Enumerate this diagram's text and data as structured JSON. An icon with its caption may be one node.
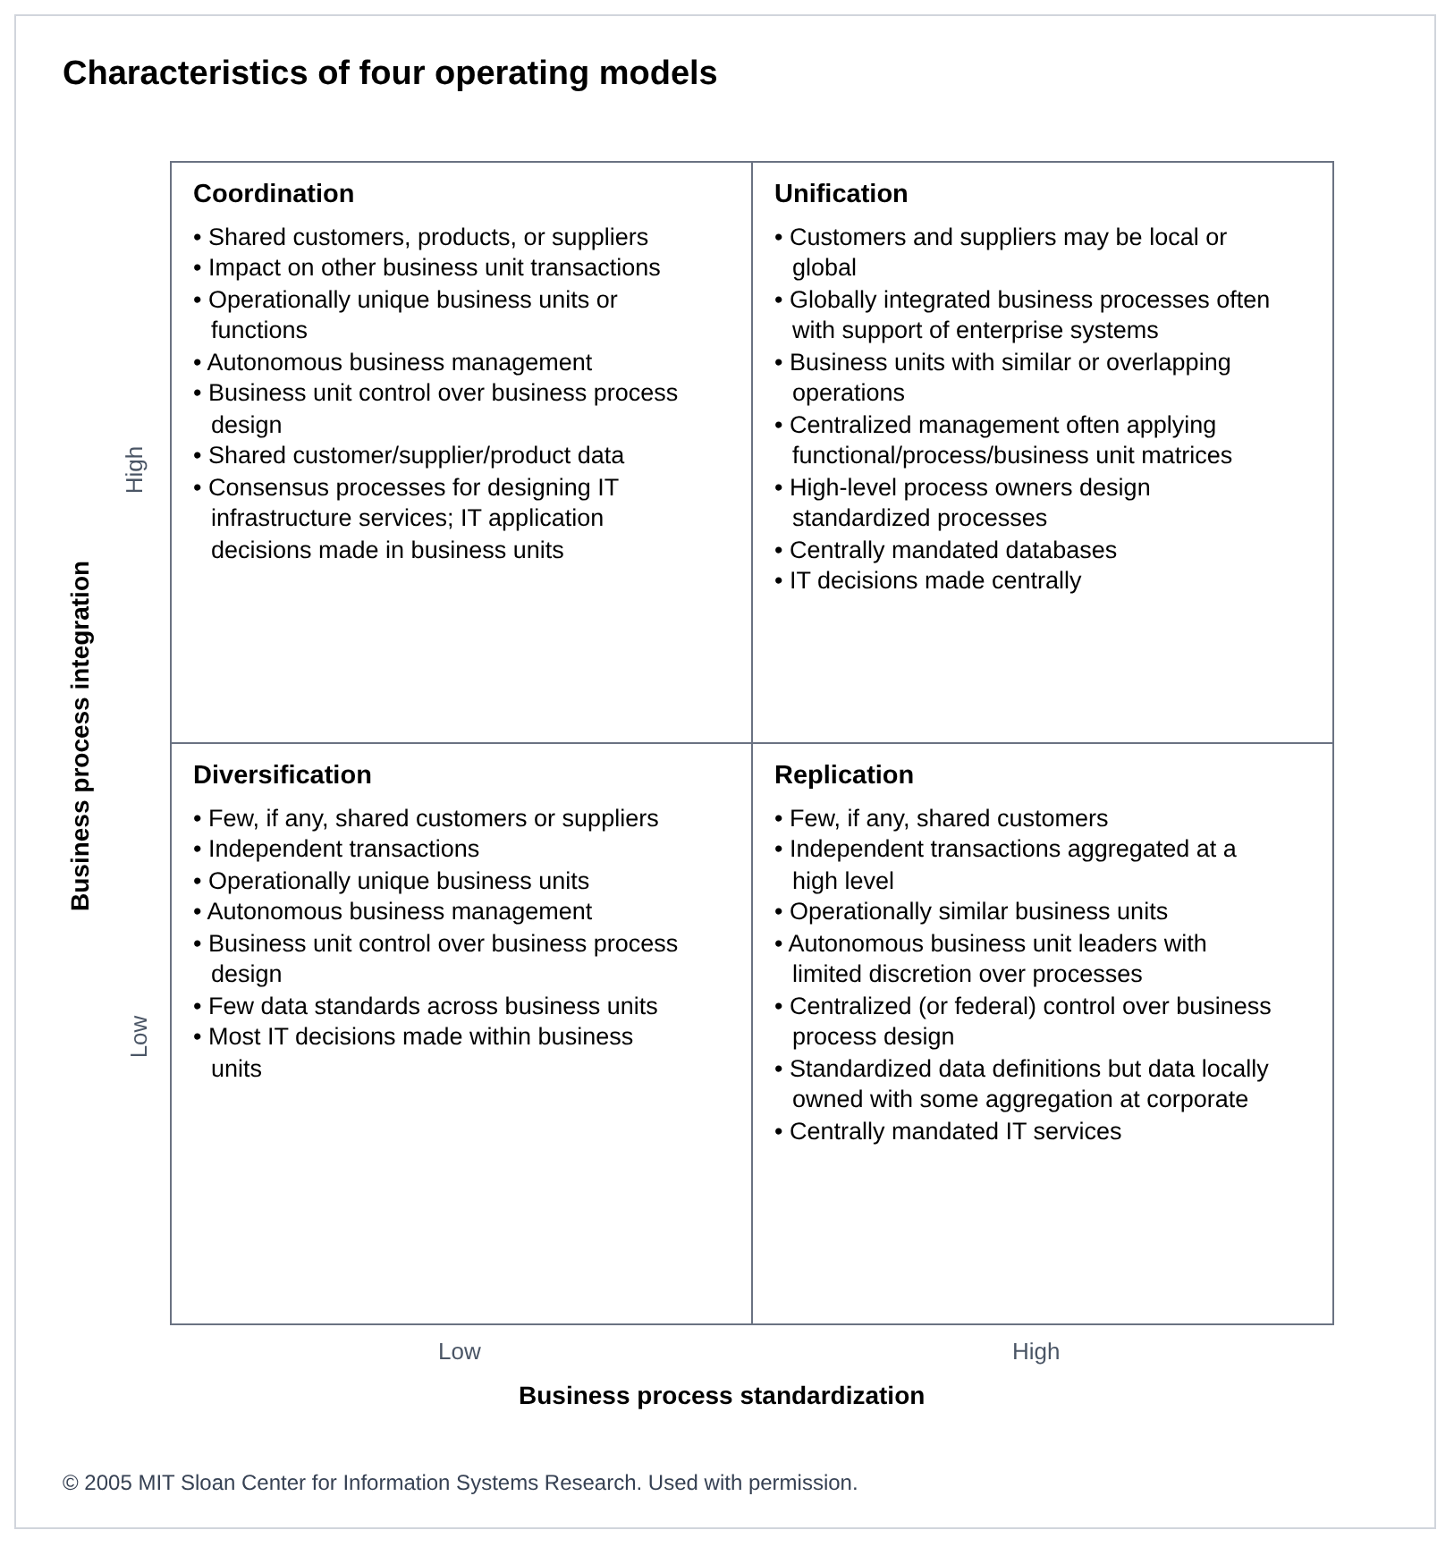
{
  "diagram": {
    "title": "Characteristics of four operating models",
    "nodes": [
      {
        "text": [
          "Coordination",
          "• Shared customers, products, or suppliers",
          "• Impact on other business unit transactions",
          "• Operationally unique business units or functions",
          "• Autonomous business management",
          "• Business unit control over business process design",
          "• Shared customer/supplier/product data",
          "• Consensus processes for designing IT infrastructure services; IT application decisions made in business units"
        ]
      },
      {
        "text": [
          "Unification",
          "• Customers and suppliers may be local or global",
          "• Globally integrated business processes often with support of enterprise systems",
          "• Business units with similar or overlapping operations",
          "• Centralized management often applying functional/process/business unit matrices",
          "• High-level process owners design standardized processes",
          "• Centrally mandated databases",
          "• IT decisions made centrally"
        ]
      },
      {
        "text": [
          "Diversification",
          "• Few, if any, shared customers or suppliers",
          "• Independent transactions",
          "• Operationally unique business units",
          "• Autonomous business management",
          "• Business unit control over business process design",
          "• Few data standards across business units",
          "• Most IT decisions made within business units"
        ]
      },
      {
        "text": [
          "Replication",
          "• Few, if any, shared customers",
          "• Independent transactions aggregated at a high level",
          "• Operationally similar business units",
          "• Autonomous business unit leaders with limited discretion over processes",
          "• Centralized (or federal) control over business process design",
          "• Standardized data definitions but data locally owned with some aggregation at corporate",
          "• Centrally mandated IT services"
        ]
      }
    ],
    "labels": [
      "High",
      "Low",
      "Business process integration",
      "Low",
      "High",
      "Business process standardization",
      "© 2005 MIT Sloan Center for Information Systems Research. Used with permission."
    ]
  }
}
